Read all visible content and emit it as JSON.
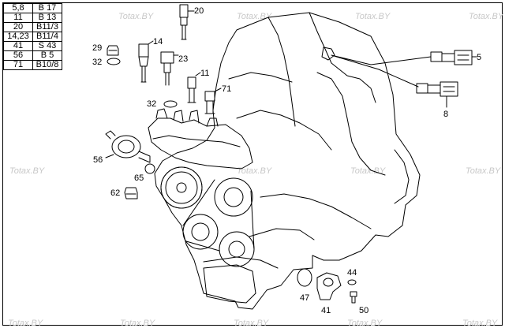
{
  "reference_table": [
    [
      "5,8",
      "B 17"
    ],
    [
      "11",
      "B 13"
    ],
    [
      "20",
      "B11/3"
    ],
    [
      "14,23",
      "B11/4"
    ],
    [
      "41",
      "S 43"
    ],
    [
      "56",
      "B 5"
    ],
    [
      "71",
      "B10/8"
    ]
  ],
  "callouts": {
    "c20": "20",
    "c29": "29",
    "c14": "14",
    "c32a": "32",
    "c23": "23",
    "c11": "11",
    "c71": "71",
    "c32b": "32",
    "c5": "5",
    "c8": "8",
    "c56": "56",
    "c65": "65",
    "c62": "62",
    "c44": "44",
    "c47": "47",
    "c41": "41",
    "c50": "50"
  },
  "watermark": "Totax.BY"
}
